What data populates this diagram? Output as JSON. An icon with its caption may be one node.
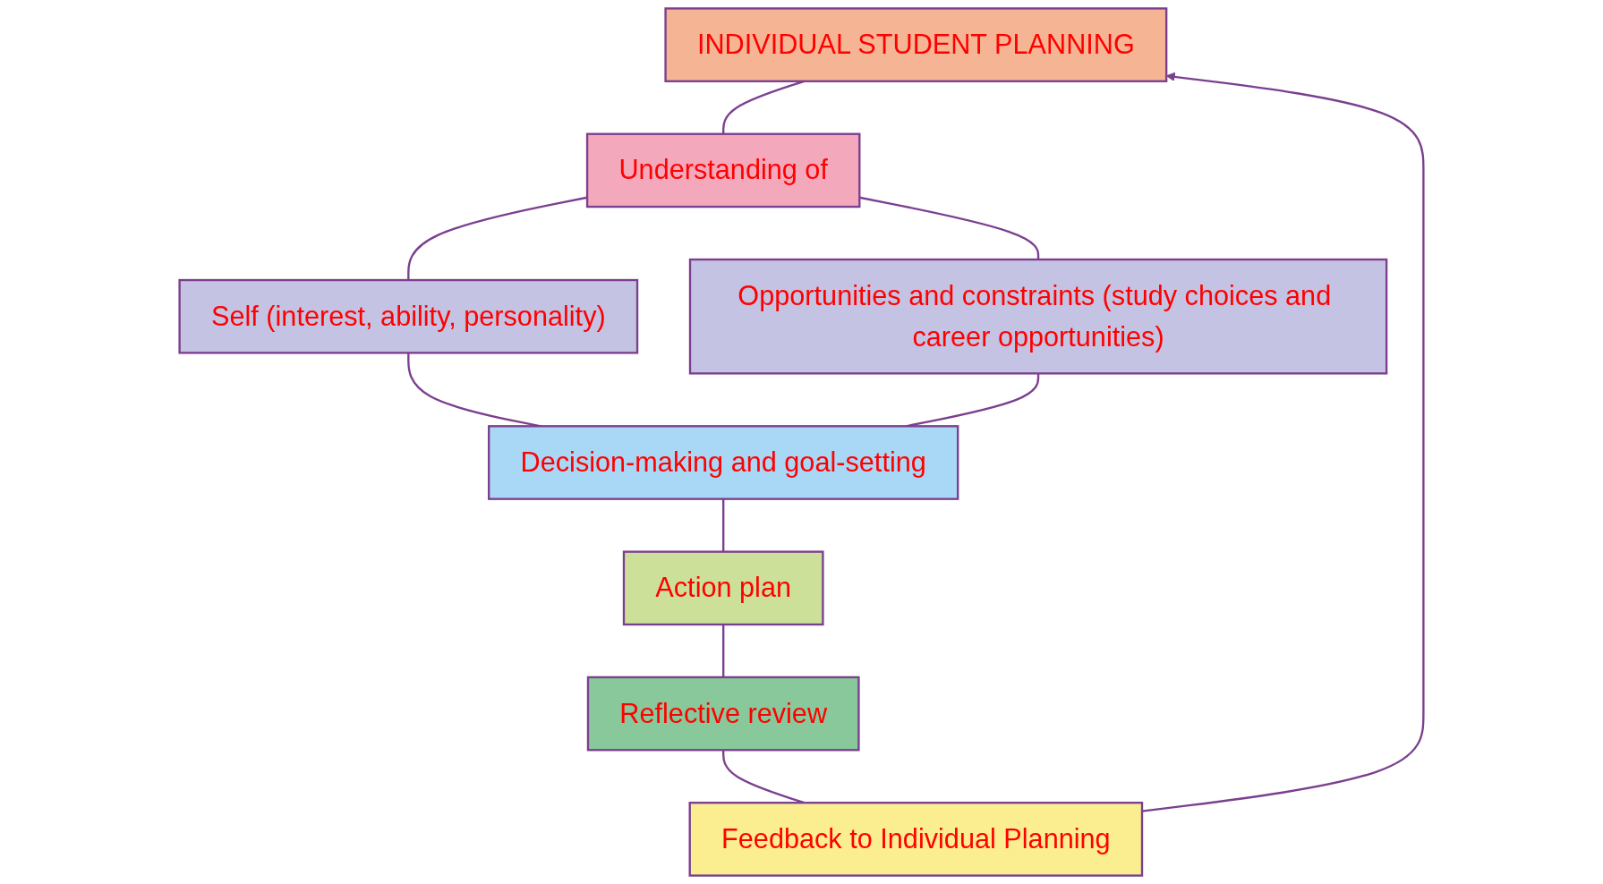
{
  "diagram": {
    "nodes": [
      {
        "text": [
          "INDIVIDUAL STUDENT PLANNING"
        ]
      },
      {
        "text": [
          "Understanding of"
        ]
      },
      {
        "text": [
          "Self (interest, ability, personality)"
        ]
      },
      {
        "text": [
          "Opportunities and constraints (study choices and career opportunities)"
        ]
      },
      {
        "text": [
          "Decision-making and goal-setting"
        ]
      },
      {
        "text": [
          "Action plan"
        ]
      },
      {
        "text": [
          "Reflective review"
        ]
      },
      {
        "text": [
          "Feedback to Individual Planning"
        ]
      }
    ],
    "edges": [
      {
        "from": 0,
        "to": 1,
        "arrow": "none"
      },
      {
        "from": 1,
        "to": 2,
        "arrow": "none"
      },
      {
        "from": 1,
        "to": 3,
        "arrow": "none"
      },
      {
        "from": 2,
        "to": 4,
        "arrow": "none"
      },
      {
        "from": 3,
        "to": 4,
        "arrow": "none"
      },
      {
        "from": 4,
        "to": 5,
        "arrow": "none"
      },
      {
        "from": 5,
        "to": 6,
        "arrow": "none"
      },
      {
        "from": 6,
        "to": 7,
        "arrow": "none"
      },
      {
        "from": 7,
        "to": 0,
        "arrow": "to"
      }
    ]
  }
}
